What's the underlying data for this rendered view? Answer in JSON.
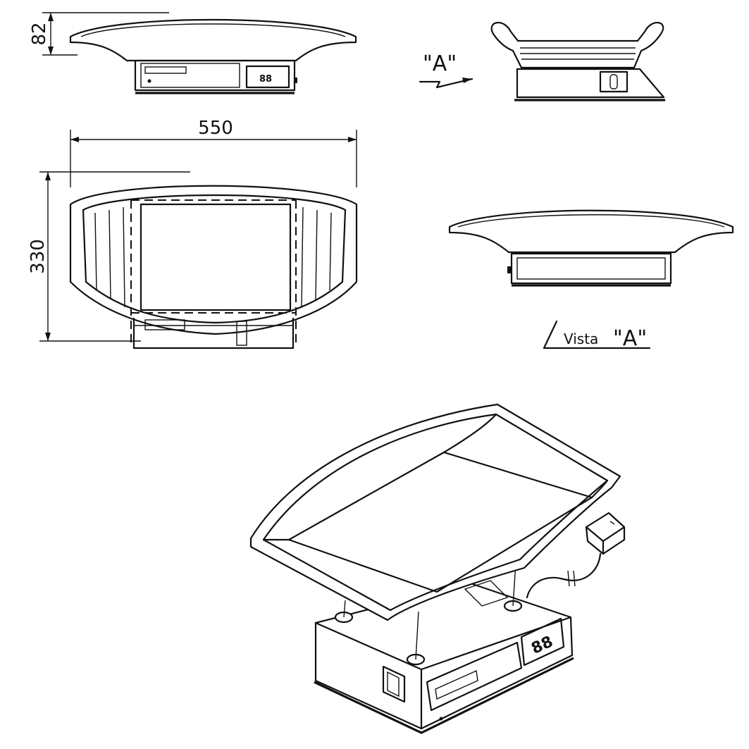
{
  "drawing": {
    "dimensions": {
      "height": "82",
      "width": "550",
      "depth": "330"
    },
    "view_marker": "\"A\"",
    "view_caption": {
      "prefix": "Vista",
      "label": "\"A\""
    },
    "display_glyph": "88"
  }
}
